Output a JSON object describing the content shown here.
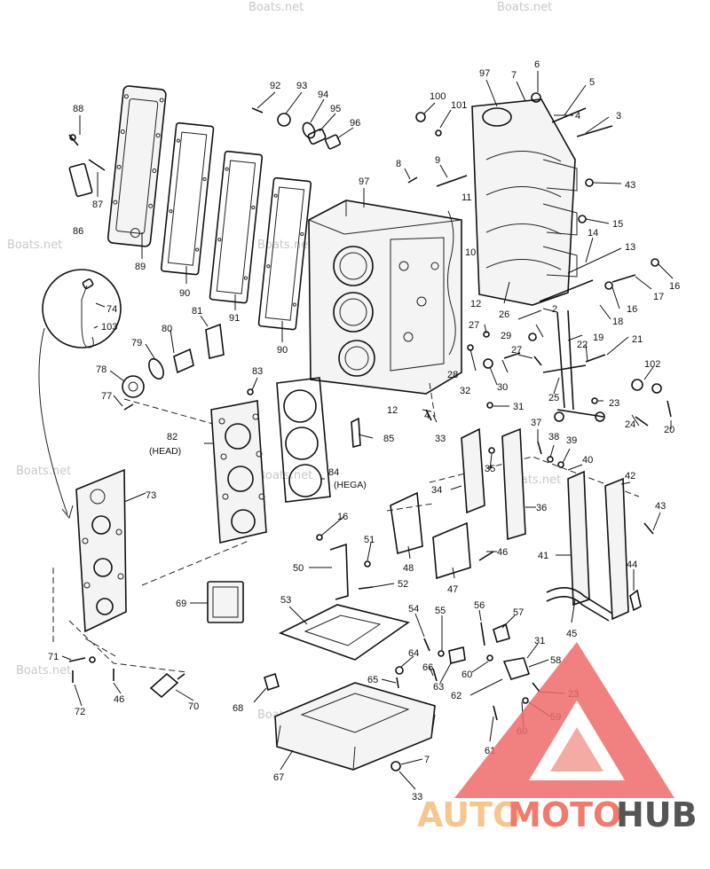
{
  "watermark": {
    "text": "Boats.net"
  },
  "logo": {
    "auto": "AUTO",
    "moto": "MOTO",
    "hub": "HUB",
    "color_auto": "#f5c78e",
    "color_moto": "#f07a6e",
    "color_hub": "#555555",
    "triangle_color": "#ee6b6b"
  },
  "callouts": {
    "c2": "2",
    "c3": "3",
    "c4a": "4",
    "c4b": "4",
    "c5": "5",
    "c6": "6",
    "c7a": "7",
    "c7b": "7",
    "c8": "8",
    "c9": "9",
    "c10": "10",
    "c11": "11",
    "c12a": "12",
    "c12b": "12",
    "c13": "13",
    "c14": "14",
    "c15": "15",
    "c16a": "16",
    "c16b": "16",
    "c16c": "16",
    "c17": "17",
    "c18": "18",
    "c19": "19",
    "c20": "20",
    "c21": "21",
    "c22": "22",
    "c23a": "23",
    "c23b": "23",
    "c24": "24",
    "c25": "25",
    "c26": "26",
    "c27a": "27",
    "c27b": "27",
    "c28": "28",
    "c29": "29",
    "c30": "30",
    "c31a": "31",
    "c31b": "31",
    "c32": "32",
    "c33a": "33",
    "c33b": "33",
    "c34": "34",
    "c35": "35",
    "c36": "36",
    "c37": "37",
    "c38": "38",
    "c39": "39",
    "c40": "40",
    "c41": "41",
    "c42": "42",
    "c43a": "43",
    "c43b": "43",
    "c44": "44",
    "c45": "45",
    "c46a": "46",
    "c46b": "46",
    "c47": "47",
    "c48": "48",
    "c50": "50",
    "c51": "51",
    "c52": "52",
    "c53": "53",
    "c54": "54",
    "c55": "55",
    "c56": "56",
    "c57": "57",
    "c58": "58",
    "c59": "59",
    "c60a": "60",
    "c60b": "60",
    "c61": "61",
    "c62": "62",
    "c63": "63",
    "c64": "64",
    "c65": "65",
    "c66": "66",
    "c67": "67",
    "c68": "68",
    "c69": "69",
    "c70": "70",
    "c71": "71",
    "c72": "72",
    "c73": "73",
    "c74": "74",
    "c77": "77",
    "c78": "78",
    "c79": "79",
    "c80": "80",
    "c81": "81",
    "c82": "82",
    "c83": "83",
    "c84": "84",
    "c85": "85",
    "c86": "86",
    "c87": "87",
    "c88": "88",
    "c89": "89",
    "c90a": "90",
    "c90b": "90",
    "c91": "91",
    "c92": "92",
    "c93": "93",
    "c94": "94",
    "c95": "95",
    "c96": "96",
    "c97a": "97",
    "c97b": "97",
    "c100": "100",
    "c101": "101",
    "c102": "102",
    "c103": "103"
  },
  "sub_labels": {
    "head": "(HEAD)",
    "hega": "(HEGA)"
  }
}
